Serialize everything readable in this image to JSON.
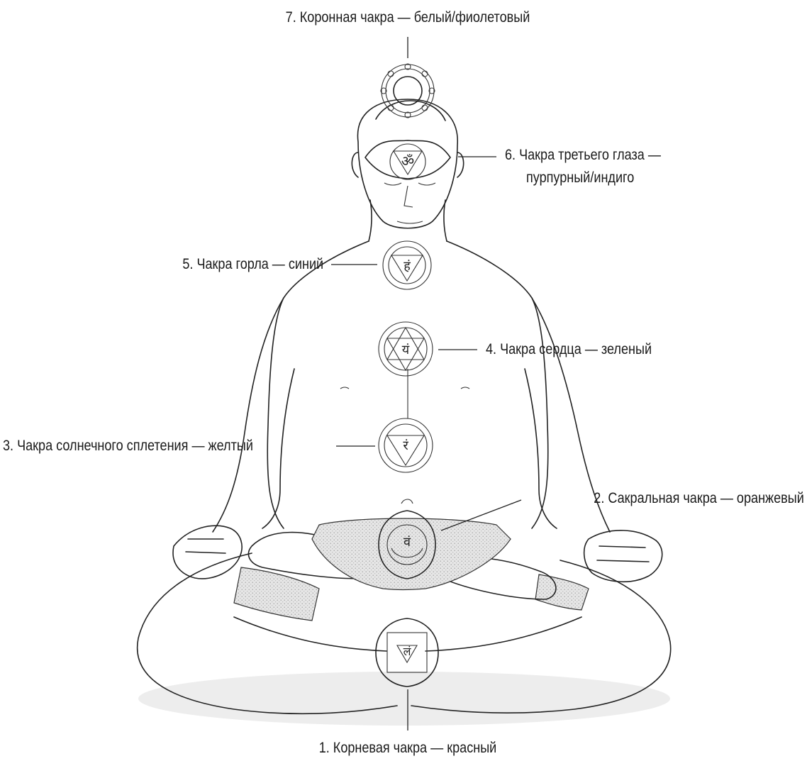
{
  "labels": {
    "crown": "7. Коронная чакра — белый/фиолетовый",
    "third_eye_1": "6.  Чакра третьего глаза —",
    "third_eye_2": "пурпурный/индиго",
    "throat": "5. Чакра горла — синий",
    "heart": "4. Чакра сердца — зеленый",
    "solar": "3. Чакра солнечного сплетения — желтый",
    "sacral": "2. Сакральная чакра — оранжевый",
    "root": "1. Корневая чакра — красный"
  },
  "symbols": {
    "third_eye": "ॐ",
    "throat": "हं",
    "heart": "यं",
    "solar": "रं",
    "sacral": "वं",
    "root": "लं"
  }
}
